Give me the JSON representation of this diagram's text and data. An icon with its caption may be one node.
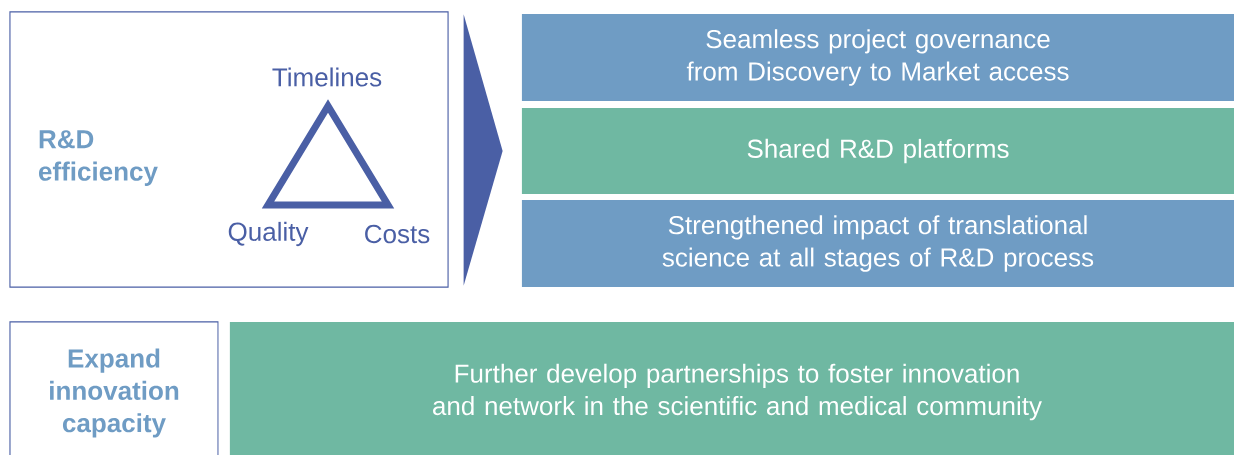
{
  "diagram": {
    "nodes": [
      {
        "text": [
          "R&D efficiency"
        ]
      },
      {
        "text": [
          "Seamless project governance from Discovery to Market access"
        ]
      },
      {
        "text": [
          "Shared R&D platforms"
        ]
      },
      {
        "text": [
          "Strengthened impact of translational science at all stages of R&D process"
        ]
      },
      {
        "text": [
          "Expand innovation capacity"
        ]
      },
      {
        "text": [
          "Further develop partnerships to foster innovation and network in the scientific and medical community"
        ]
      }
    ],
    "edges": [
      {
        "from": 0,
        "to": 2,
        "arrow": "to"
      }
    ],
    "labels": [
      "Timelines",
      "Quality",
      "Costs"
    ]
  }
}
